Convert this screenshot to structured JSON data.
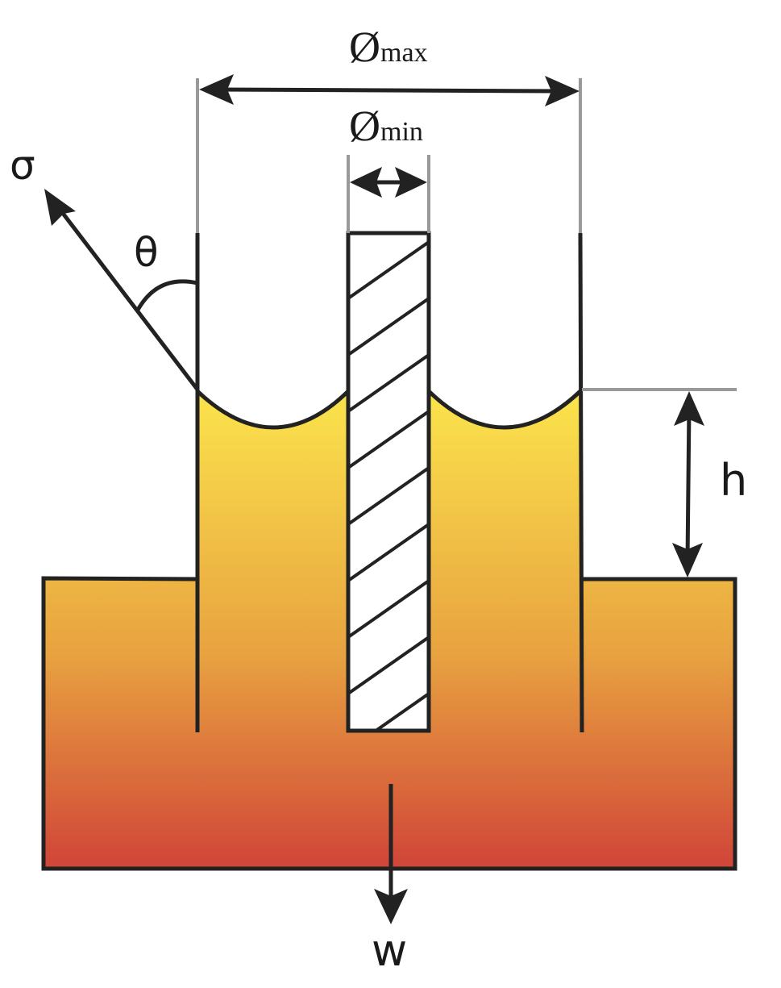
{
  "labels": {
    "dia_max_symbol": "Ø",
    "dia_max_sub": "max",
    "dia_min_symbol": "Ø",
    "dia_min_sub": "min",
    "sigma": "σ",
    "theta": "θ",
    "height": "h",
    "weight": "w"
  },
  "colors": {
    "liquid_top": "#fbe44c",
    "liquid_mid": "#e8a240",
    "liquid_bottom": "#d04438",
    "outline": "#222222",
    "guide": "#999999"
  }
}
